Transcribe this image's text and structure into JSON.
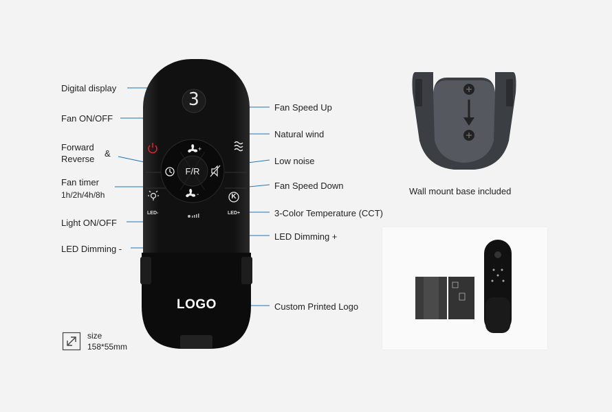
{
  "labels": {
    "digital_display": "Digital display",
    "fan_on_off": "Fan ON/OFF",
    "forward": "Forward",
    "reverse": "Reverse",
    "ampersand": "&",
    "fan_timer": "Fan timer",
    "fan_timer_options": "1h/2h/4h/8h",
    "light_on_off": "Light ON/OFF",
    "led_dimming_minus": "LED Dimming -",
    "fan_speed_up": "Fan Speed Up",
    "natural_wind": "Natural wind",
    "low_noise": "Low noise",
    "fan_speed_down": "Fan Speed Down",
    "cct": "3-Color Temperature (CCT)",
    "led_dimming_plus": "LED Dimming +",
    "custom_logo": "Custom Printed Logo",
    "wall_mount": "Wall mount base included",
    "size_title": "size",
    "size_value": "158*55mm"
  },
  "remote": {
    "display_digit": "3",
    "center_button": "F/R",
    "logo": "LOGO",
    "led_minus": "LED-",
    "led_plus": "LED+",
    "cct_letter": "K"
  },
  "colors": {
    "leader_line": "#1e73be",
    "power_red": "#d9262c",
    "remote_body": "#111111"
  }
}
